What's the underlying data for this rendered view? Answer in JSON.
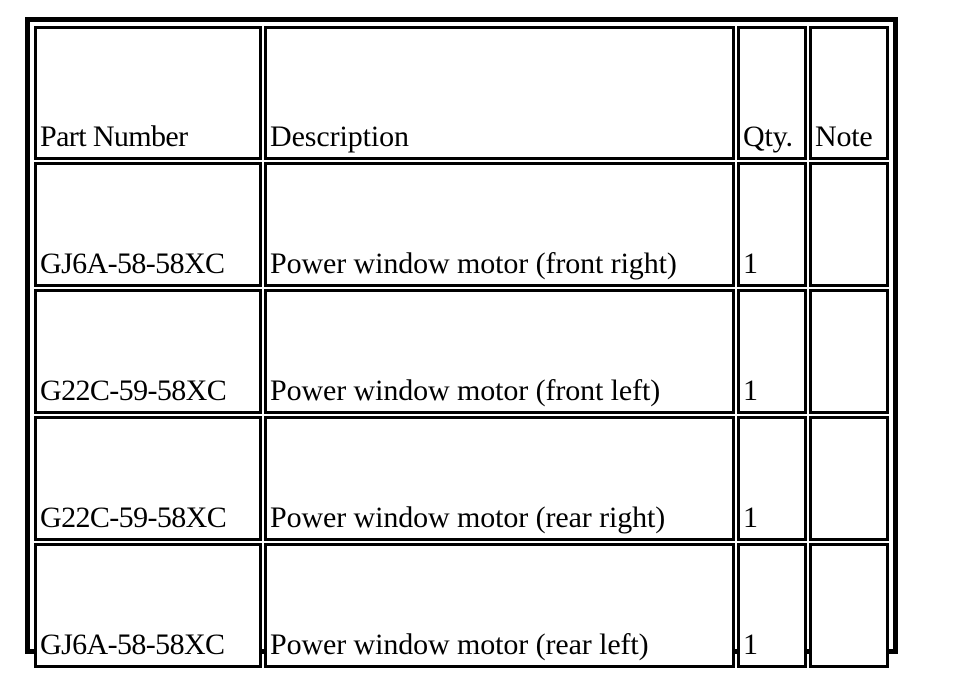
{
  "document": {
    "type": "parts-list-table",
    "background_color": "#ffffff",
    "text_color": "#000000",
    "border_color": "#000000"
  },
  "table": {
    "columns": [
      {
        "key": "part_number",
        "header": "Part Number"
      },
      {
        "key": "description",
        "header": "Description"
      },
      {
        "key": "qty",
        "header": "Qty."
      },
      {
        "key": "note",
        "header": "Note"
      }
    ],
    "rows": [
      {
        "part_number": "GJ6A-58-58XC",
        "description": "Power window motor (front right)",
        "qty": "1",
        "note": ""
      },
      {
        "part_number": "G22C-59-58XC",
        "description": "Power window motor (front left)",
        "qty": "1",
        "note": ""
      },
      {
        "part_number": "G22C-59-58XC",
        "description": "Power window motor (rear right)",
        "qty": "1",
        "note": ""
      },
      {
        "part_number": "GJ6A-58-58XC",
        "description": "Power window motor (rear left)",
        "qty": "1",
        "note": ""
      }
    ]
  }
}
